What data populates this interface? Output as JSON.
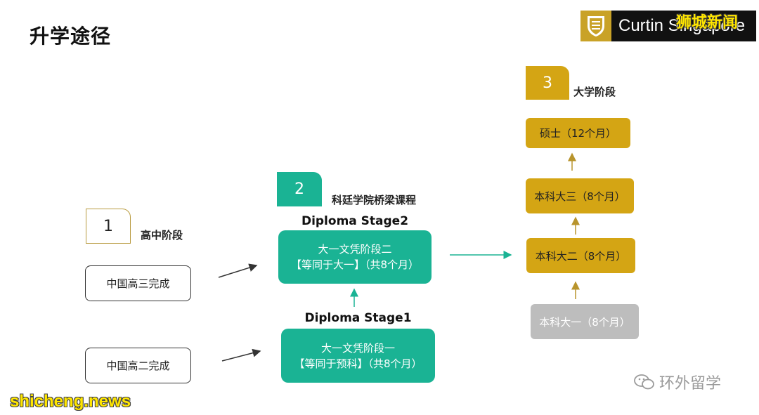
{
  "page_title": "升学途径",
  "logo": {
    "brand_text": "Curtin Singapore"
  },
  "watermarks": {
    "top_right": "狮城新闻",
    "bottom_left": "shicheng.news",
    "account": "环外留学"
  },
  "stages": [
    {
      "number": "1",
      "label": "高中阶段"
    },
    {
      "number": "2",
      "label": "科廷学院桥梁课程"
    },
    {
      "number": "3",
      "label": "大学阶段"
    }
  ],
  "high_school": {
    "box_g3": "中国高三完成",
    "box_g2": "中国高二完成"
  },
  "diploma": {
    "stage2_title": "Diploma Stage2",
    "stage2_line1": "大一文凭阶段二",
    "stage2_line2": "【等同于大一】（共8个月）",
    "stage1_title": "Diploma Stage1",
    "stage1_line1": "大一文凭阶段一",
    "stage1_line2": "【等同于预科】（共8个月）"
  },
  "university": {
    "master": "硕士（12个月）",
    "year3": "本科大三（8个月）",
    "year2": "本科大二（8个月）",
    "year1": "本科大一（8个月）"
  },
  "colors": {
    "green": "#1ab394",
    "gold": "#d4a514",
    "grey": "#bdbdbd"
  }
}
